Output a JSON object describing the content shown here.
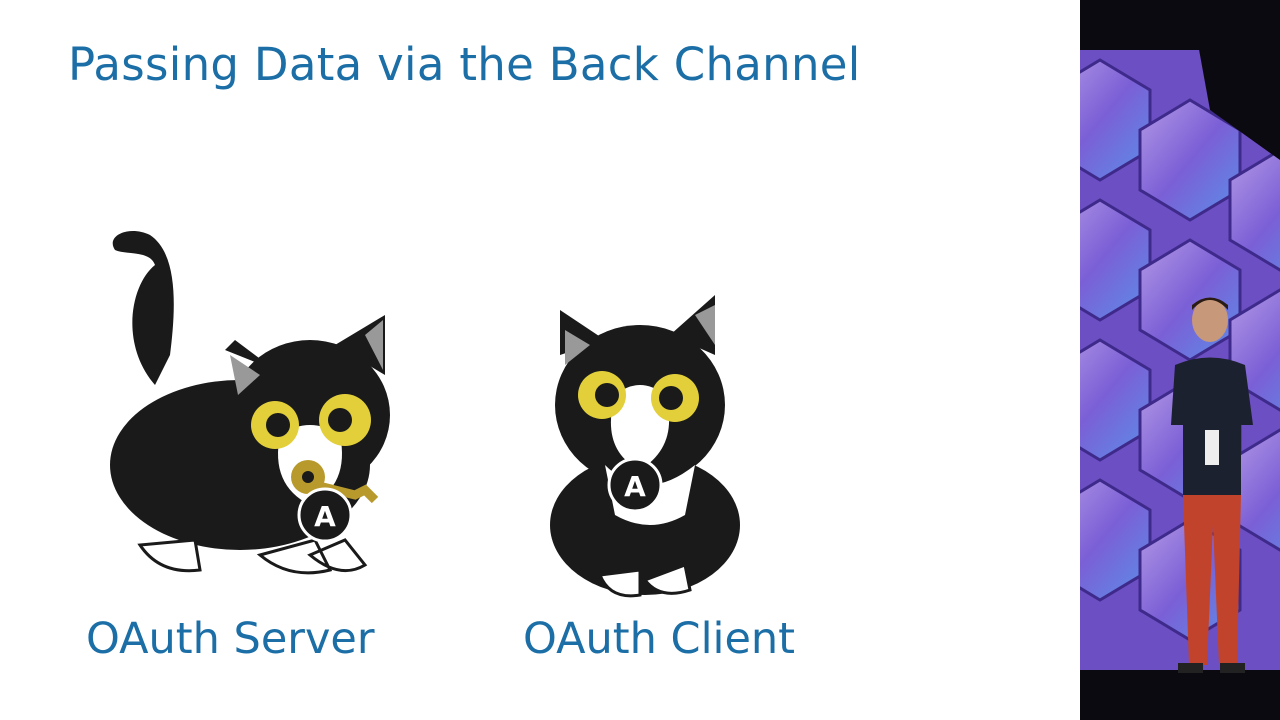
{
  "slide": {
    "title": "Passing Data via the Back Channel",
    "server_label": "OAuth Server",
    "client_label": "OAuth Client",
    "colors": {
      "text": "#1b6ea6",
      "cat": "#1a1a1a",
      "eyes": "#e2cf3a",
      "key": "#b89a2c"
    }
  },
  "stage": {
    "badge_letter": "A"
  }
}
